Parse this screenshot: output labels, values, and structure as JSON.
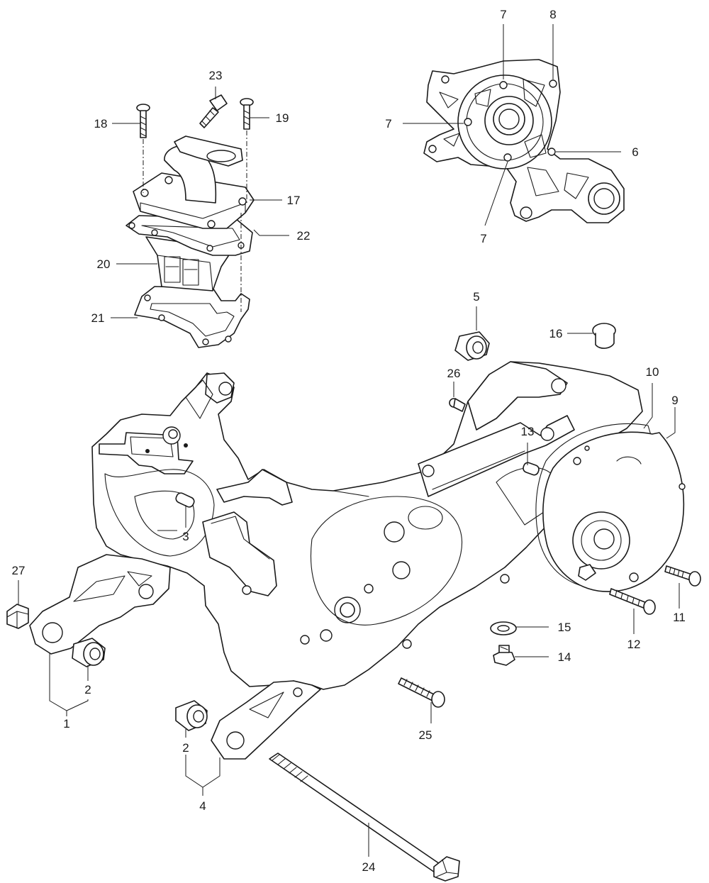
{
  "callouts": {
    "c1": "1",
    "c2a": "2",
    "c2b": "2",
    "c3": "3",
    "c4": "4",
    "c5": "5",
    "c6": "6",
    "c7a": "7",
    "c7b": "7",
    "c7c": "7",
    "c8": "8",
    "c9": "9",
    "c10": "10",
    "c11": "11",
    "c12": "12",
    "c13": "13",
    "c14": "14",
    "c15": "15",
    "c16": "16",
    "c17": "17",
    "c18": "18",
    "c19": "19",
    "c20": "20",
    "c21": "21",
    "c22": "22",
    "c23": "23",
    "c24": "24",
    "c25": "25",
    "c26": "26",
    "c27": "27"
  }
}
